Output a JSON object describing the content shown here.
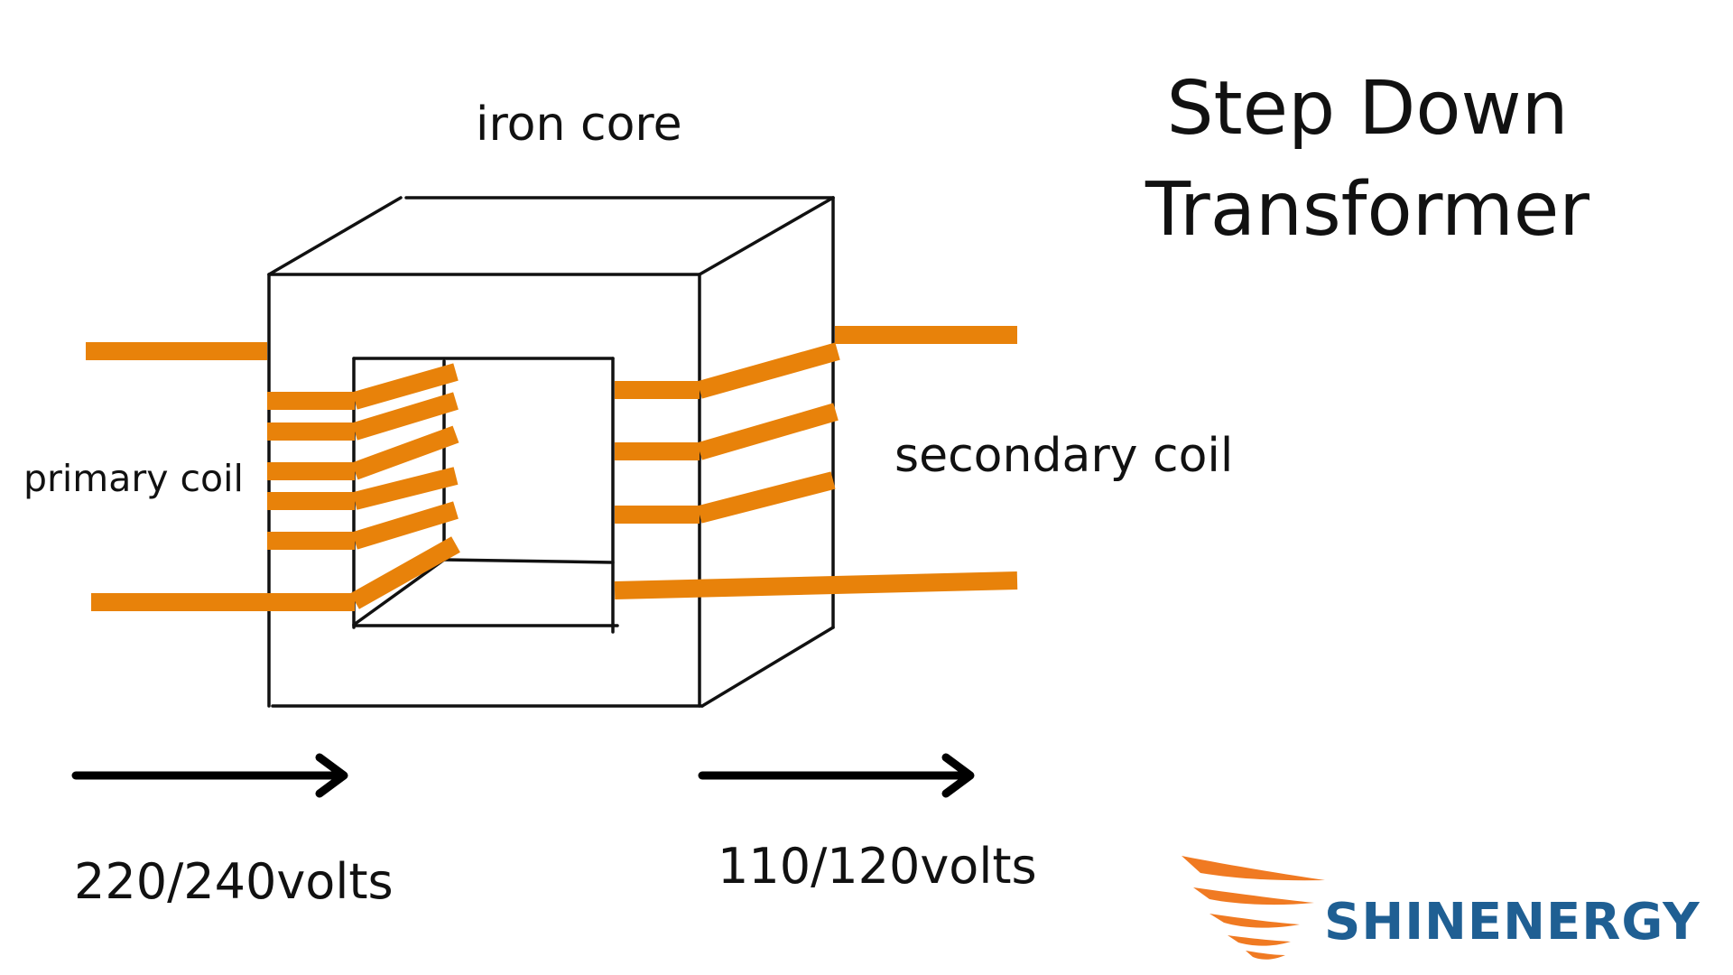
{
  "title": {
    "line1": "Step Down",
    "line2": "Transformer"
  },
  "labels": {
    "iron_core": "iron core",
    "primary_coil": "primary coil",
    "secondary_coil": "secondary coil",
    "input_voltage": "220/240volts",
    "output_voltage": "110/120volts"
  },
  "logo": {
    "text": "SHINENERGY",
    "text_color": "#1f5f93",
    "mark_color": "#f07a22"
  },
  "colors": {
    "coil": "#e8820a",
    "core_outline": "#111111",
    "background": "#ffffff"
  }
}
